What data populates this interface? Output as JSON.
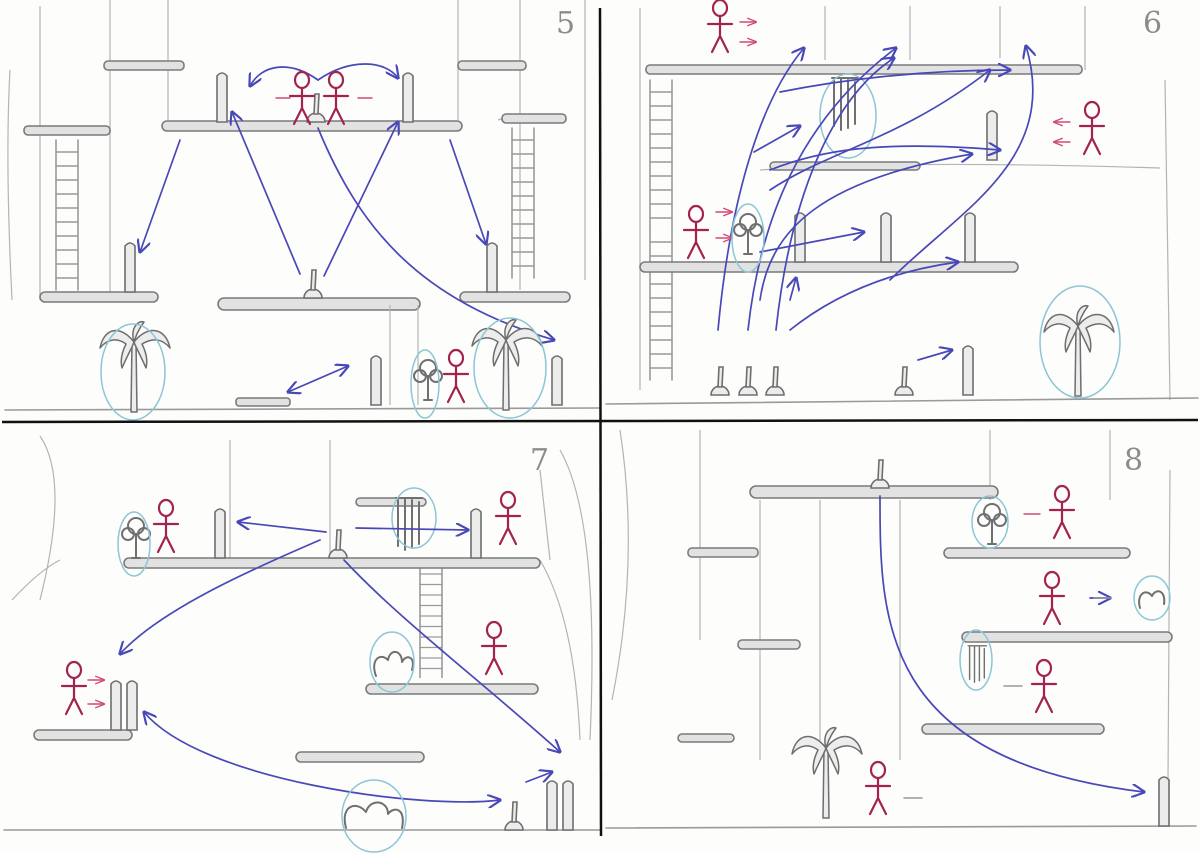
{
  "sheet": {
    "panels": [
      {
        "number": "5"
      },
      {
        "number": "6"
      },
      {
        "number": "7"
      },
      {
        "number": "8"
      }
    ]
  },
  "colors": {
    "paper": "#fdfdfc",
    "pencil": "#9a9a9a",
    "arrow_blue": "#4848b8",
    "figure_red": "#a3234e",
    "highlight_cyan": "#8cc6d6",
    "divider": "#111111"
  },
  "icons": [
    "palm-tree-icon",
    "stick-figure-icon",
    "ladder-icon",
    "waterfall-icon",
    "flower-icon",
    "bush-icon",
    "lever-icon"
  ]
}
